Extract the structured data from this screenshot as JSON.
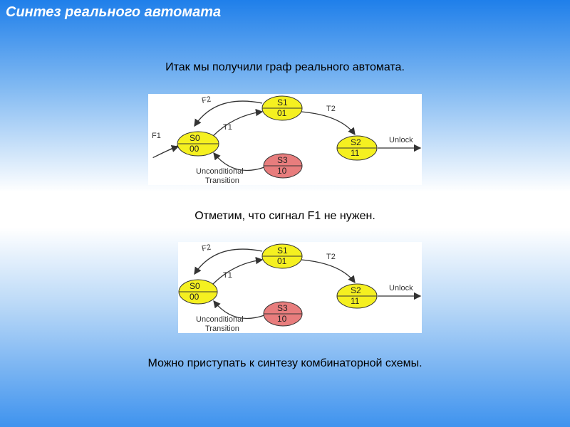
{
  "title": "Синтез реального автомата",
  "captions": {
    "first": "Итак мы получили граф реального автомата.",
    "second": "Отметим, что сигнал F1 не нужен.",
    "third": "Можно приступать к синтезу комбинаторной схемы."
  },
  "diagrams": [
    {
      "states": [
        {
          "name": "S0",
          "code": "00",
          "color": "#f5f020"
        },
        {
          "name": "S1",
          "code": "01",
          "color": "#f5f020"
        },
        {
          "name": "S2",
          "code": "11",
          "color": "#f5f020"
        },
        {
          "name": "S3",
          "code": "10",
          "color": "#e87d7d"
        }
      ],
      "labels": {
        "f1": "F1",
        "f2": "F2",
        "t1": "T1",
        "t2": "T2",
        "unlock": "Unlock",
        "uncond1": "Unconditional",
        "uncond2": "Transition"
      }
    },
    {
      "states": [
        {
          "name": "S0",
          "code": "00",
          "color": "#f5f020"
        },
        {
          "name": "S1",
          "code": "01",
          "color": "#f5f020"
        },
        {
          "name": "S2",
          "code": "11",
          "color": "#f5f020"
        },
        {
          "name": "S3",
          "code": "10",
          "color": "#e87d7d"
        }
      ],
      "labels": {
        "f2": "F2",
        "t1": "T1",
        "t2": "T2",
        "unlock": "Unlock",
        "uncond1": "Unconditional",
        "uncond2": "Transition"
      }
    }
  ]
}
